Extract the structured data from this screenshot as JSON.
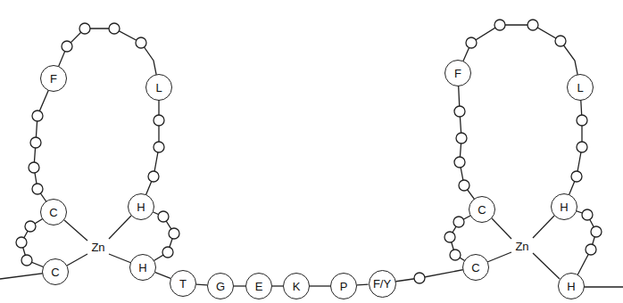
{
  "diagram": {
    "nodes": [
      {
        "text": [
          "F"
        ]
      },
      {
        "text": [
          "L"
        ]
      },
      {
        "text": [
          "C"
        ]
      },
      {
        "text": [
          "H"
        ]
      },
      {
        "text": [
          "C"
        ]
      },
      {
        "text": [
          "H"
        ]
      },
      {
        "text": [
          "T"
        ]
      },
      {
        "text": [
          "G"
        ]
      },
      {
        "text": [
          "E"
        ]
      },
      {
        "text": [
          "K"
        ]
      },
      {
        "text": [
          "P"
        ]
      },
      {
        "text": [
          "F/Y"
        ]
      },
      {
        "text": [
          "F"
        ]
      },
      {
        "text": [
          "L"
        ]
      },
      {
        "text": [
          "C"
        ]
      },
      {
        "text": [
          "H"
        ]
      },
      {
        "text": [
          "C"
        ]
      },
      {
        "text": [
          "H"
        ]
      }
    ],
    "edges": [
      {
        "from": 5,
        "to": 6,
        "arrow": "none"
      },
      {
        "from": 6,
        "to": 7,
        "arrow": "none"
      },
      {
        "from": 7,
        "to": 8,
        "arrow": "none"
      },
      {
        "from": 8,
        "to": 9,
        "arrow": "none"
      },
      {
        "from": 9,
        "to": 10,
        "arrow": "none"
      },
      {
        "from": 10,
        "to": 11,
        "arrow": "none"
      }
    ],
    "labels": [
      "Zn",
      "Zn"
    ]
  }
}
